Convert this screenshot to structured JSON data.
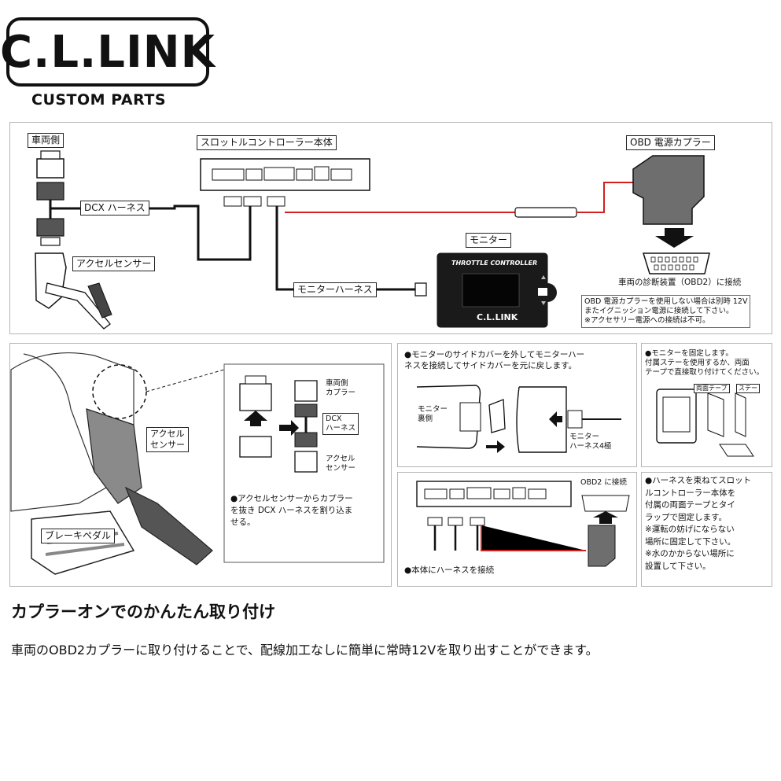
{
  "logo": {
    "brand": "C.L.LINK",
    "sub": "CUSTOM PARTS"
  },
  "top_diagram": {
    "vehicle_side": "車両側",
    "dcx_harness": "DCX ハーネス",
    "accel_sensor": "アクセルセンサー",
    "throttle_body": "スロットルコントローラー本体",
    "obd_coupler": "OBD 電源カプラー",
    "monitor": "モニター",
    "monitor_screen_title": "THROTTLE CONTROLLER",
    "monitor_logo": "C.L.LINK",
    "monitor_harness": "モニターハーネス",
    "obd_connect": "車両の診断装置（OBD2）に接続",
    "obd_note": "OBD 電源カプラーを使用しない場合は別時 12V\nまたイグニッション電源に接続して下さい。\n※アクセサリー電源への接続は不可。"
  },
  "panel_accel": {
    "pedal_label": "ブレーキペダル",
    "accel_label": "アクセル\nセンサー",
    "inset_vehicle_coupler": "車両側\nカプラー",
    "inset_dcx": "DCX\nハーネス",
    "inset_accel": "アクセル\nセンサー",
    "instruction": "●アクセルセンサーからカプラー\nを抜き DCX ハーネスを割り込ま\nせる。"
  },
  "panel_monitor_cover": {
    "instruction": "●モニターのサイドカバーを外してモニターハー\nネスを接続してサイドカバーを元に戻します。",
    "monitor_back": "モニター\n裏側",
    "monitor_harness_4": "モニター\nハーネス4極"
  },
  "panel_fix": {
    "instruction": "●モニターを固定します。\n付属ステーを使用するか、両面\nテープで直接取り付けてください。",
    "tape": "両面テープ",
    "stay": "ステー"
  },
  "panel_connect": {
    "obd2_connect": "OBD2 に接続",
    "instruction": "●本体にハーネスを接続"
  },
  "panel_harness": {
    "instruction": "●ハーネスを束ねてスロット\nルコントローラー本体を\n付属の両面テープとタイ\nラップで固定します。\n※運転の妨げにならない\n場所に固定して下さい。\n※水のかからない場所に\n設置して下さい。"
  },
  "heading": "カプラーオンでのかんたん取り付け",
  "description": "車両のOBD2カプラーに取り付けることで、配線加工なしに簡単に常時12Vを取り出すことができます。",
  "colors": {
    "red_wire": "#d21f1f",
    "black": "#111111",
    "panel_border": "#b5b5b5"
  }
}
